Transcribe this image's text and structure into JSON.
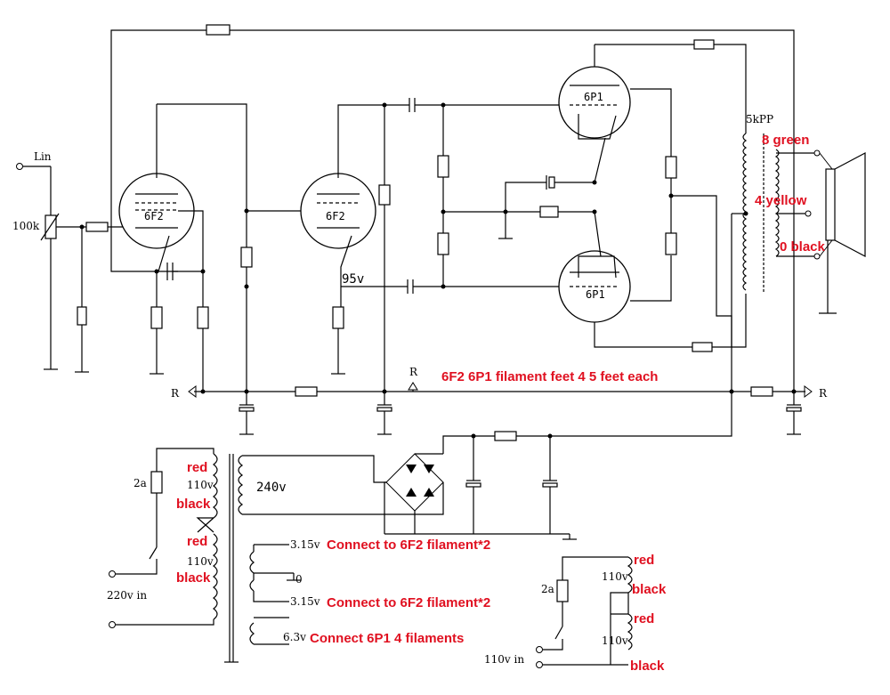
{
  "labels": {
    "input": "Lin",
    "pot": "100k",
    "tube1": "6F2",
    "tube2": "6F2",
    "tube_top": "6P1",
    "tube_bottom": "6P1",
    "voltage_95": "95v",
    "opt": "5kPP",
    "spk_8": "8 green",
    "spk_4": "4 yellow",
    "spk_0": "0 black",
    "ground_r1": "R",
    "ground_r2": "R",
    "ground_r3": "R",
    "filament_note": "6F2 6P1 filament feet 4 5 feet each",
    "hv_winding": "240v",
    "fuse_main": "2a",
    "pri_red1": "red",
    "pri_110_1": "110v",
    "pri_black1": "black",
    "pri_red2": "red",
    "pri_110_2": "110v",
    "pri_black2": "black",
    "mains_220": "220v in",
    "heater1_v": "3.15v",
    "heater1_note": "Connect to 6F2 filament*2",
    "heater_ct": "0",
    "heater2_v": "3.15v",
    "heater2_note": "Connect to 6F2 filament*2",
    "heater3_v": "6.3v",
    "heater3_note": "Connect 6P1 4 filaments",
    "fuse_alt": "2a",
    "alt_red1": "red",
    "alt_110_1": "110v",
    "alt_black1": "black",
    "alt_red2": "red",
    "alt_110_2": "110v",
    "alt_black2": "black",
    "mains_110": "110v in"
  }
}
